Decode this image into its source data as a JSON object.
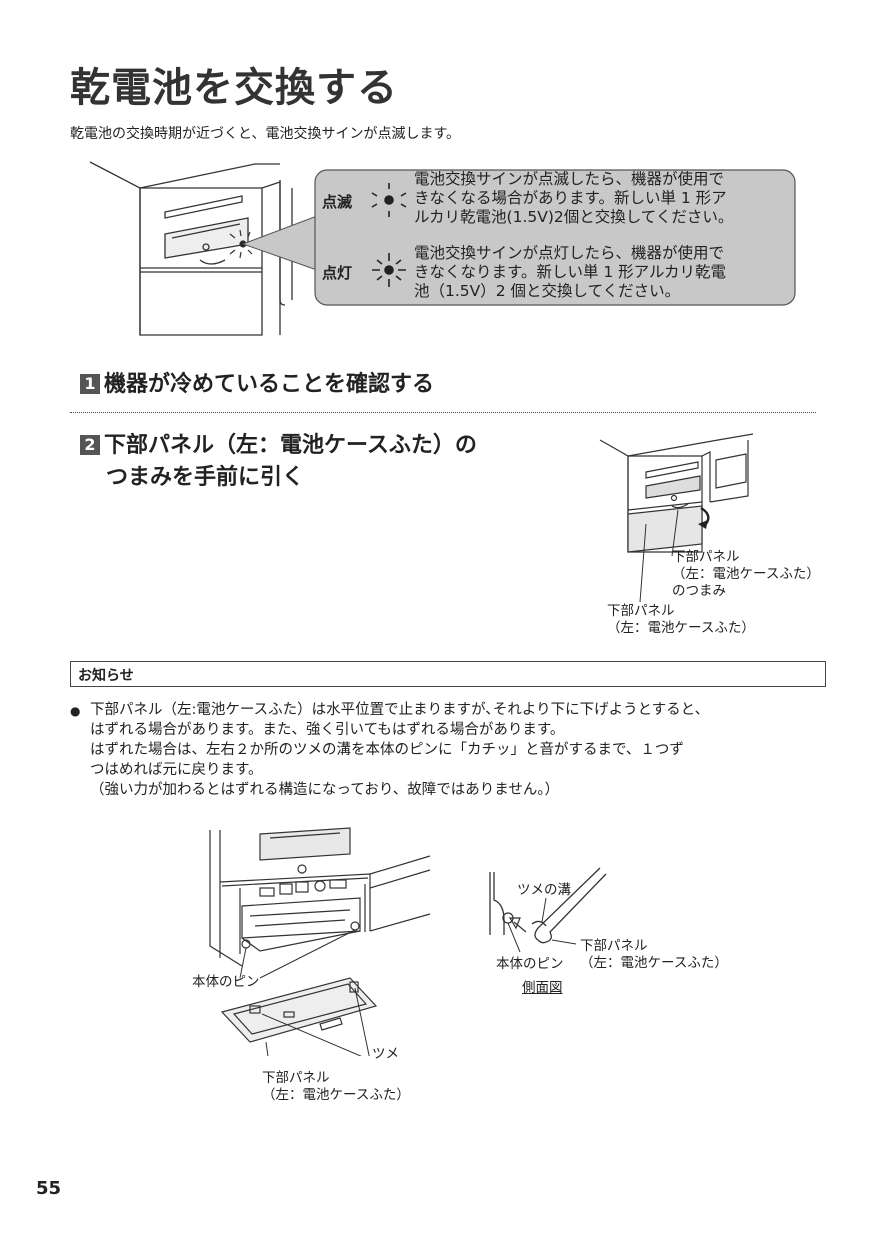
{
  "page": {
    "title": "乾電池を交換する",
    "intro": "乾電池の交換時期が近づくと、電池交換サインが点滅します。",
    "page_number": "55"
  },
  "callout": {
    "blink": {
      "label": "点滅",
      "lines": [
        "電池交換サインが点滅したら、機器が使用で",
        "きなくなる場合があります。新しい単 1 形ア",
        "ルカリ乾電池(1.5V)2個と交換してください。"
      ]
    },
    "lit": {
      "label": "点灯",
      "lines": [
        "電池交換サインが点灯したら、機器が使用で",
        "きなくなります。新しい単 1 形アルカリ乾電",
        "池（1.5V）2 個と交換してください。"
      ]
    }
  },
  "steps": [
    {
      "num": "1",
      "title": "機器が冷めていることを確認する"
    },
    {
      "num": "2",
      "title_line1": "下部パネル（左：電池ケースふた）の",
      "title_line2": "つまみを手前に引く"
    }
  ],
  "step2_figure": {
    "knob_label": [
      "下部パネル",
      "（左：電池ケースふた）",
      "のつまみ"
    ],
    "panel_label": [
      "下部パネル",
      "（左：電池ケースふた）"
    ]
  },
  "notice": {
    "title": "お知らせ",
    "bullet": "●",
    "lines": [
      "下部パネル（左:電池ケースふた）は水平位置で止まりますが､それより下に下げようとすると、",
      "はずれる場合があります。また、強く引いてもはずれる場合があります。",
      "はずれた場合は、左右２か所のツメの溝を本体のピンに「カチッ」と音がするまで、１つず",
      "つはめれば元に戻ります。",
      "（強い力が加わるとはずれる構造になっており、故障ではありません。）"
    ]
  },
  "bottom_figure": {
    "pin_label": "本体のピン",
    "claw_label": "ツメ",
    "panel_label": [
      "下部パネル",
      "（左：電池ケースふた）"
    ],
    "side": {
      "groove_label": "ツメの溝",
      "pin_label": "本体のピン",
      "panel_label": [
        "下部パネル",
        "（左：電池ケースふた）"
      ],
      "caption": "側面図"
    }
  }
}
